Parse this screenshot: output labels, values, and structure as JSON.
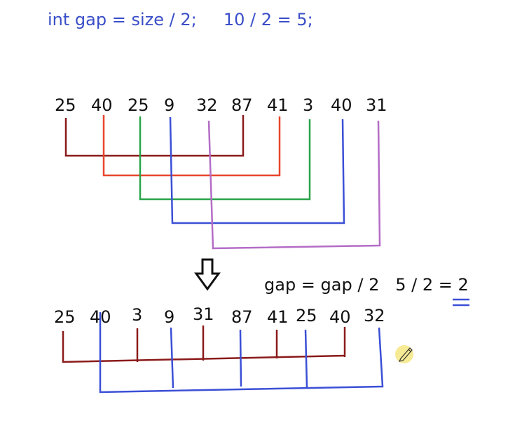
{
  "header": {
    "code_line": "int gap = size / 2;",
    "calc_line": "10 / 2 = 5;"
  },
  "step1": {
    "values": [
      "25",
      "40",
      "25",
      "9",
      "32",
      "87",
      "41",
      "3",
      "40",
      "31"
    ]
  },
  "step2": {
    "note_prefix": "gap = gap / 2   5 / 2 = ",
    "note_result": "2",
    "values": [
      "25",
      "40",
      "3",
      "9",
      "31",
      "87",
      "41",
      "25",
      "40",
      "32"
    ]
  },
  "colors": {
    "header": "#3a4ec8",
    "pair_dark_red": "#8b1a1a",
    "pair_red": "#e8452c",
    "pair_green": "#2aa44a",
    "pair_blue": "#3b4fd6",
    "pair_purple": "#b46cc6",
    "arrow": "#111111",
    "highlight": "#f5e57a"
  },
  "icons": {
    "down_arrow": "down-arrow-icon",
    "pencil": "pencil-icon"
  }
}
